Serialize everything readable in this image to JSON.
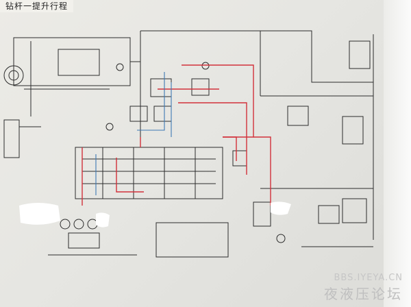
{
  "sheet": {
    "title": "钻杆一提升行程",
    "watermark_url": "BBS.IYEYA.CN",
    "watermark_name": "夜液压论坛"
  },
  "colors": {
    "line_dark": "#2b2b2b",
    "line_red": "#d2303a",
    "line_blue": "#3c78b4",
    "line_gray": "#8a8a8a",
    "paper": "#eeeeea",
    "redaction": "#ffffff"
  }
}
